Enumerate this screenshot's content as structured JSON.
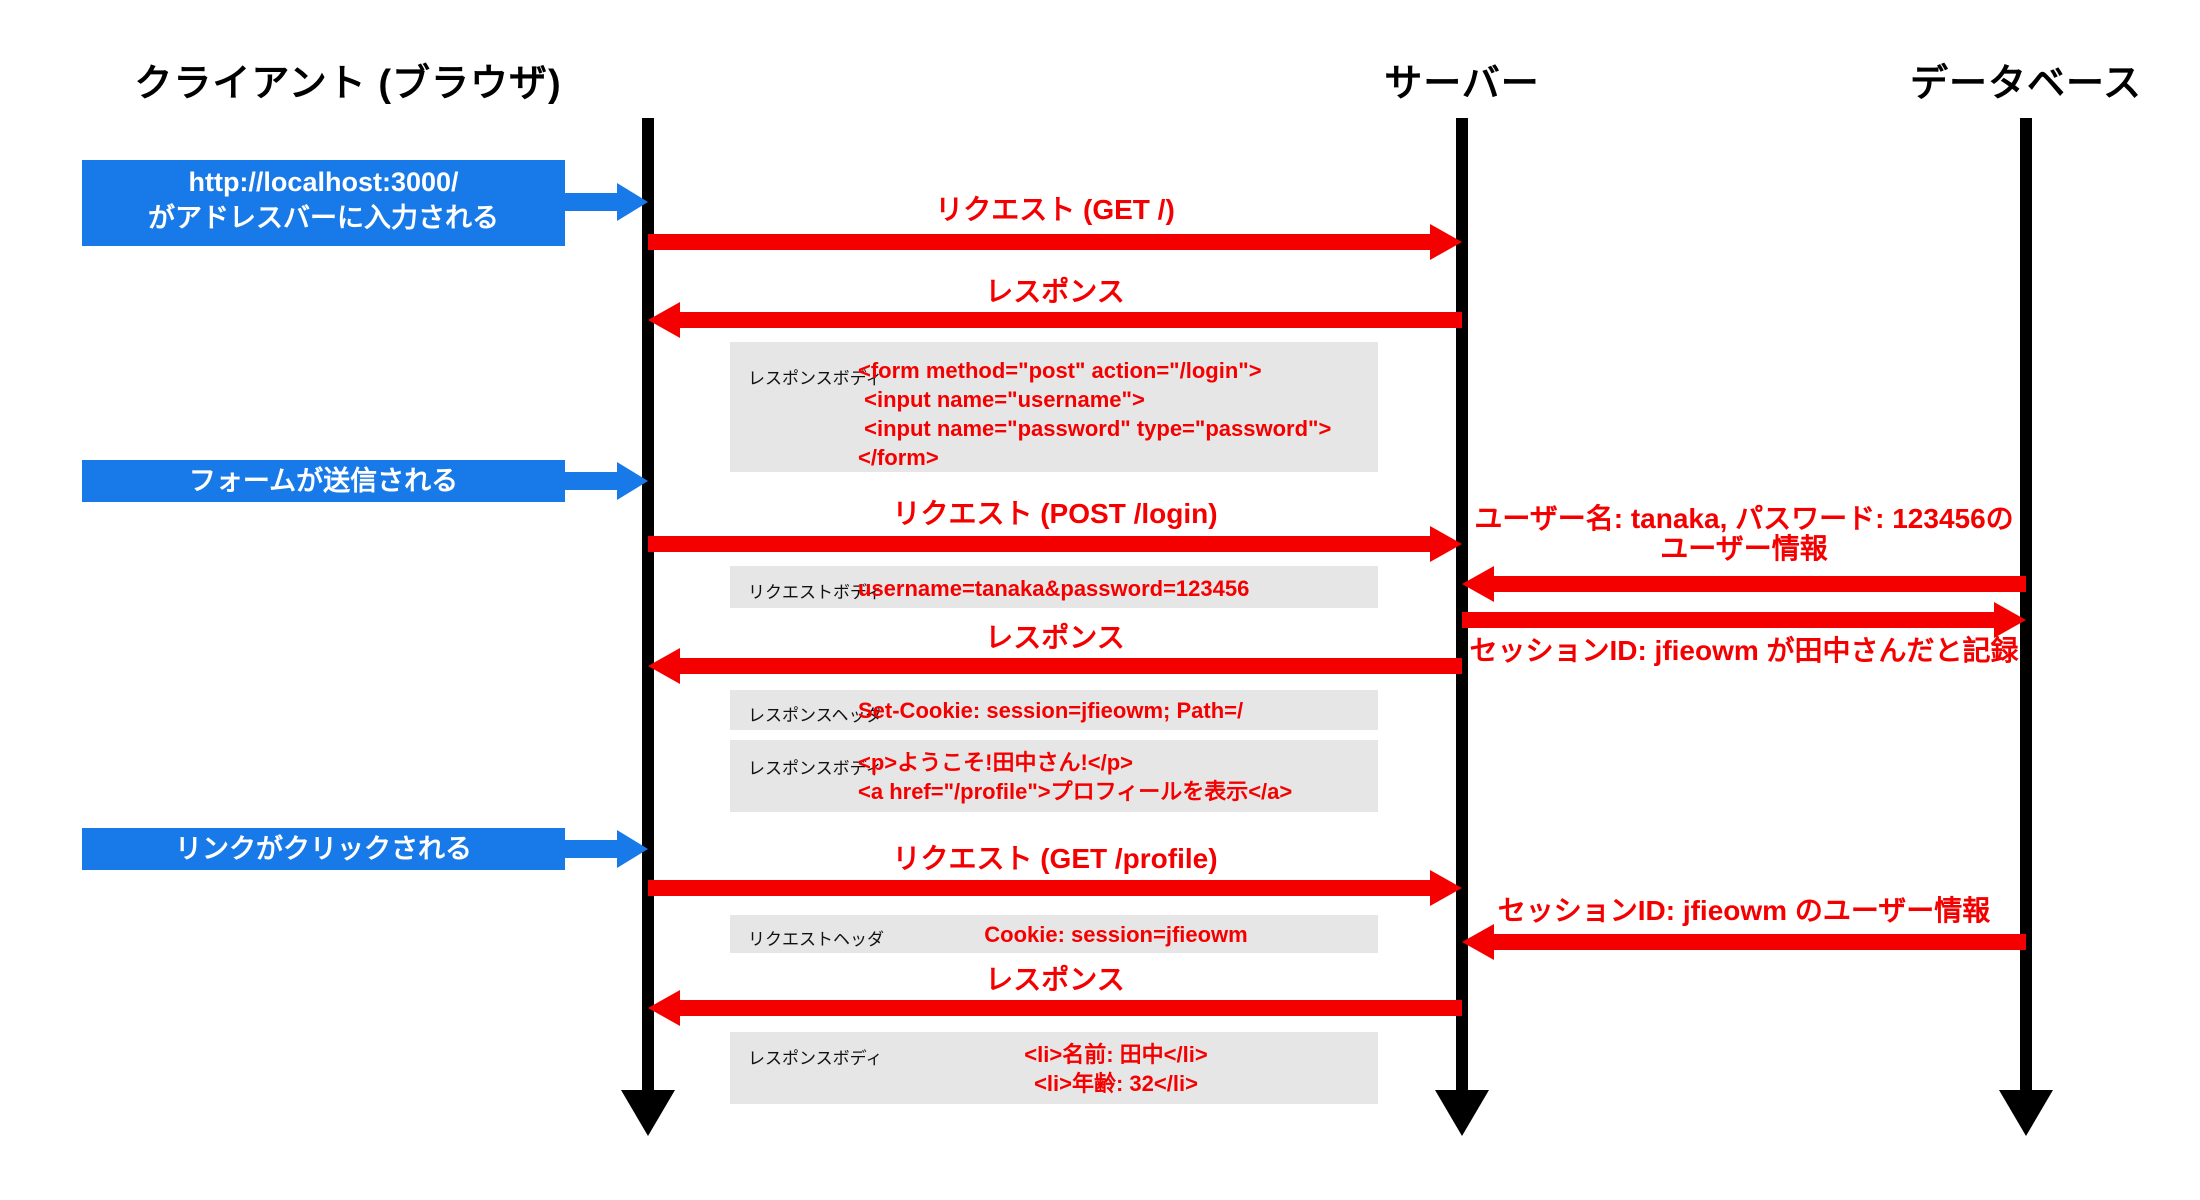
{
  "actors": [
    {
      "label": "クライアント (ブラウザ)"
    },
    {
      "label": "サーバー"
    },
    {
      "label": "データベース"
    }
  ],
  "user_actions": [
    {
      "line1": "http://localhost:3000/",
      "line2": "がアドレスバーに入力される"
    },
    {
      "line1": "フォームが送信される"
    },
    {
      "line1": "リンクがクリックされる"
    }
  ],
  "messages": [
    {
      "label": "リクエスト (GET /)",
      "direction": "right"
    },
    {
      "label": "レスポンス",
      "direction": "left"
    },
    {
      "label": "リクエスト (POST /login)",
      "direction": "right"
    },
    {
      "label": "レスポンス",
      "direction": "left"
    },
    {
      "label": "リクエスト (GET /profile)",
      "direction": "right"
    },
    {
      "label": "レスポンス",
      "direction": "left"
    }
  ],
  "db_messages": [
    {
      "line1": "ユーザー名: tanaka, パスワード: 123456の",
      "line2": "ユーザー情報",
      "direction": "left"
    },
    {
      "line1": "セッションID: jfieowm が田中さんだと記録",
      "direction": "right"
    },
    {
      "line1": "セッションID: jfieowm のユーザー情報",
      "direction": "left"
    }
  ],
  "payloads": [
    {
      "label": "レスポンスボディ",
      "lines": [
        "<form method=\"post\" action=\"/login\">",
        " <input name=\"username\">",
        " <input name=\"password\" type=\"password\">",
        "</form>"
      ]
    },
    {
      "label": "リクエストボディ",
      "lines": [
        "username=tanaka&password=123456"
      ]
    },
    {
      "label": "レスポンスヘッダ",
      "lines": [
        "Set-Cookie: session=jfieowm; Path=/"
      ]
    },
    {
      "label": "レスポンスボディ",
      "lines": [
        "<p>ようこそ!田中さん!</p>",
        "<a href=\"/profile\">プロフィールを表示</a>"
      ]
    },
    {
      "label": "リクエストヘッダ",
      "lines": [
        "Cookie: session=jfieowm"
      ]
    },
    {
      "label": "レスポンスボディ",
      "lines": [
        "<li>名前: 田中</li>",
        "<li>年齢: 32</li>"
      ]
    }
  ],
  "colors": {
    "action_blue": "#1879e8",
    "message_red": "#f50000",
    "payload_gray": "#e6e6e6",
    "lifeline_black": "#000000"
  }
}
